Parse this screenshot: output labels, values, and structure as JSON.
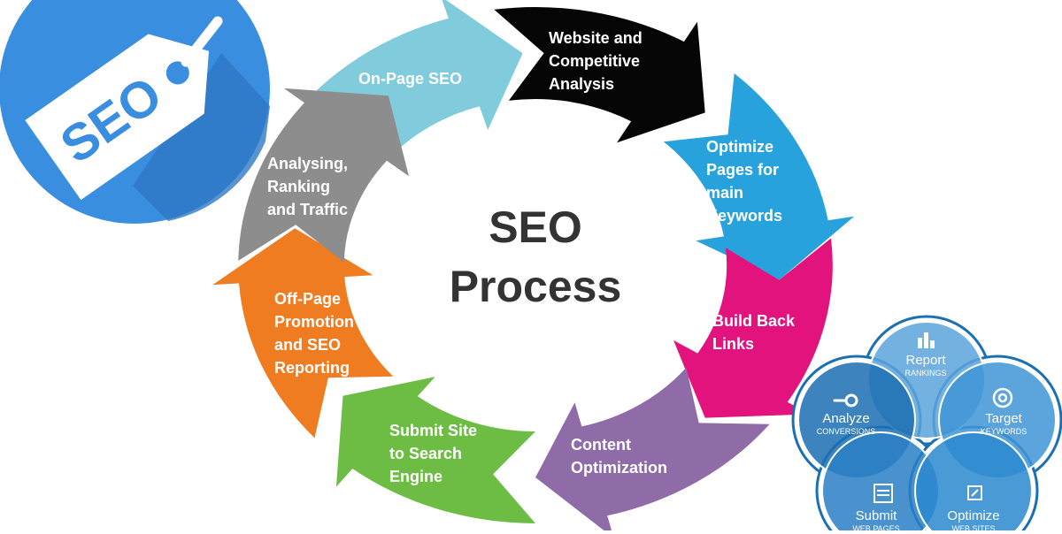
{
  "logo": {
    "tag_text": "SEO",
    "circle_color": "#3a8ee0"
  },
  "center": {
    "line1": "SEO",
    "line2": "Process"
  },
  "steps": [
    {
      "label": "On-Page SEO",
      "color": "#80cbdc"
    },
    {
      "label": "Website and\nCompetitive\nAnalysis",
      "color": "#050505"
    },
    {
      "label": "Optimize\nPages for\nmain\nKeywords",
      "color": "#27a2dc"
    },
    {
      "label": "Build Back\nLinks",
      "color": "#e3137e"
    },
    {
      "label": "Content\nOptimization",
      "color": "#8f6ba8"
    },
    {
      "label": "Submit Site\nto Search\nEngine",
      "color": "#6dbd45"
    },
    {
      "label": "Off-Page\nPromotion\nand SEO\nReporting",
      "color": "#f07c22"
    },
    {
      "label": "Analysing,\nRanking\nand Traffic",
      "color": "#8d8d8d"
    }
  ],
  "venn": [
    {
      "title": "Report",
      "sub": "RANKINGS",
      "icon": "bar-chart-icon"
    },
    {
      "title": "Analyze",
      "sub": "CONVERSIONS",
      "icon": "magnifier-icon"
    },
    {
      "title": "Target",
      "sub": "KEYWORDS",
      "icon": "target-icon"
    },
    {
      "title": "Submit",
      "sub": "WEB PAGES",
      "icon": "document-icon"
    },
    {
      "title": "Optimize",
      "sub": "WEB SITES",
      "icon": "external-link-icon"
    }
  ]
}
